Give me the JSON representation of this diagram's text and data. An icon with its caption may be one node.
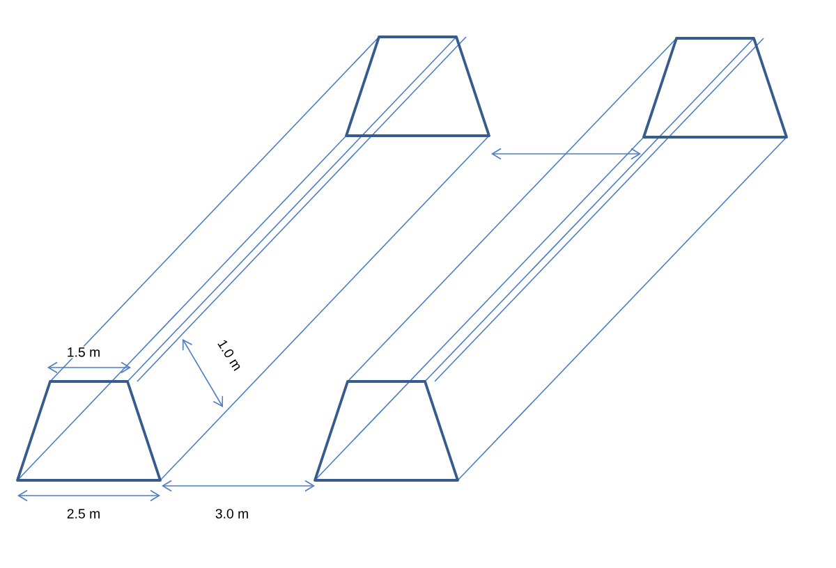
{
  "diagram": {
    "labels": [
      "1.5 m",
      "1.0 m",
      "2.5 m",
      "3.0 m"
    ]
  }
}
